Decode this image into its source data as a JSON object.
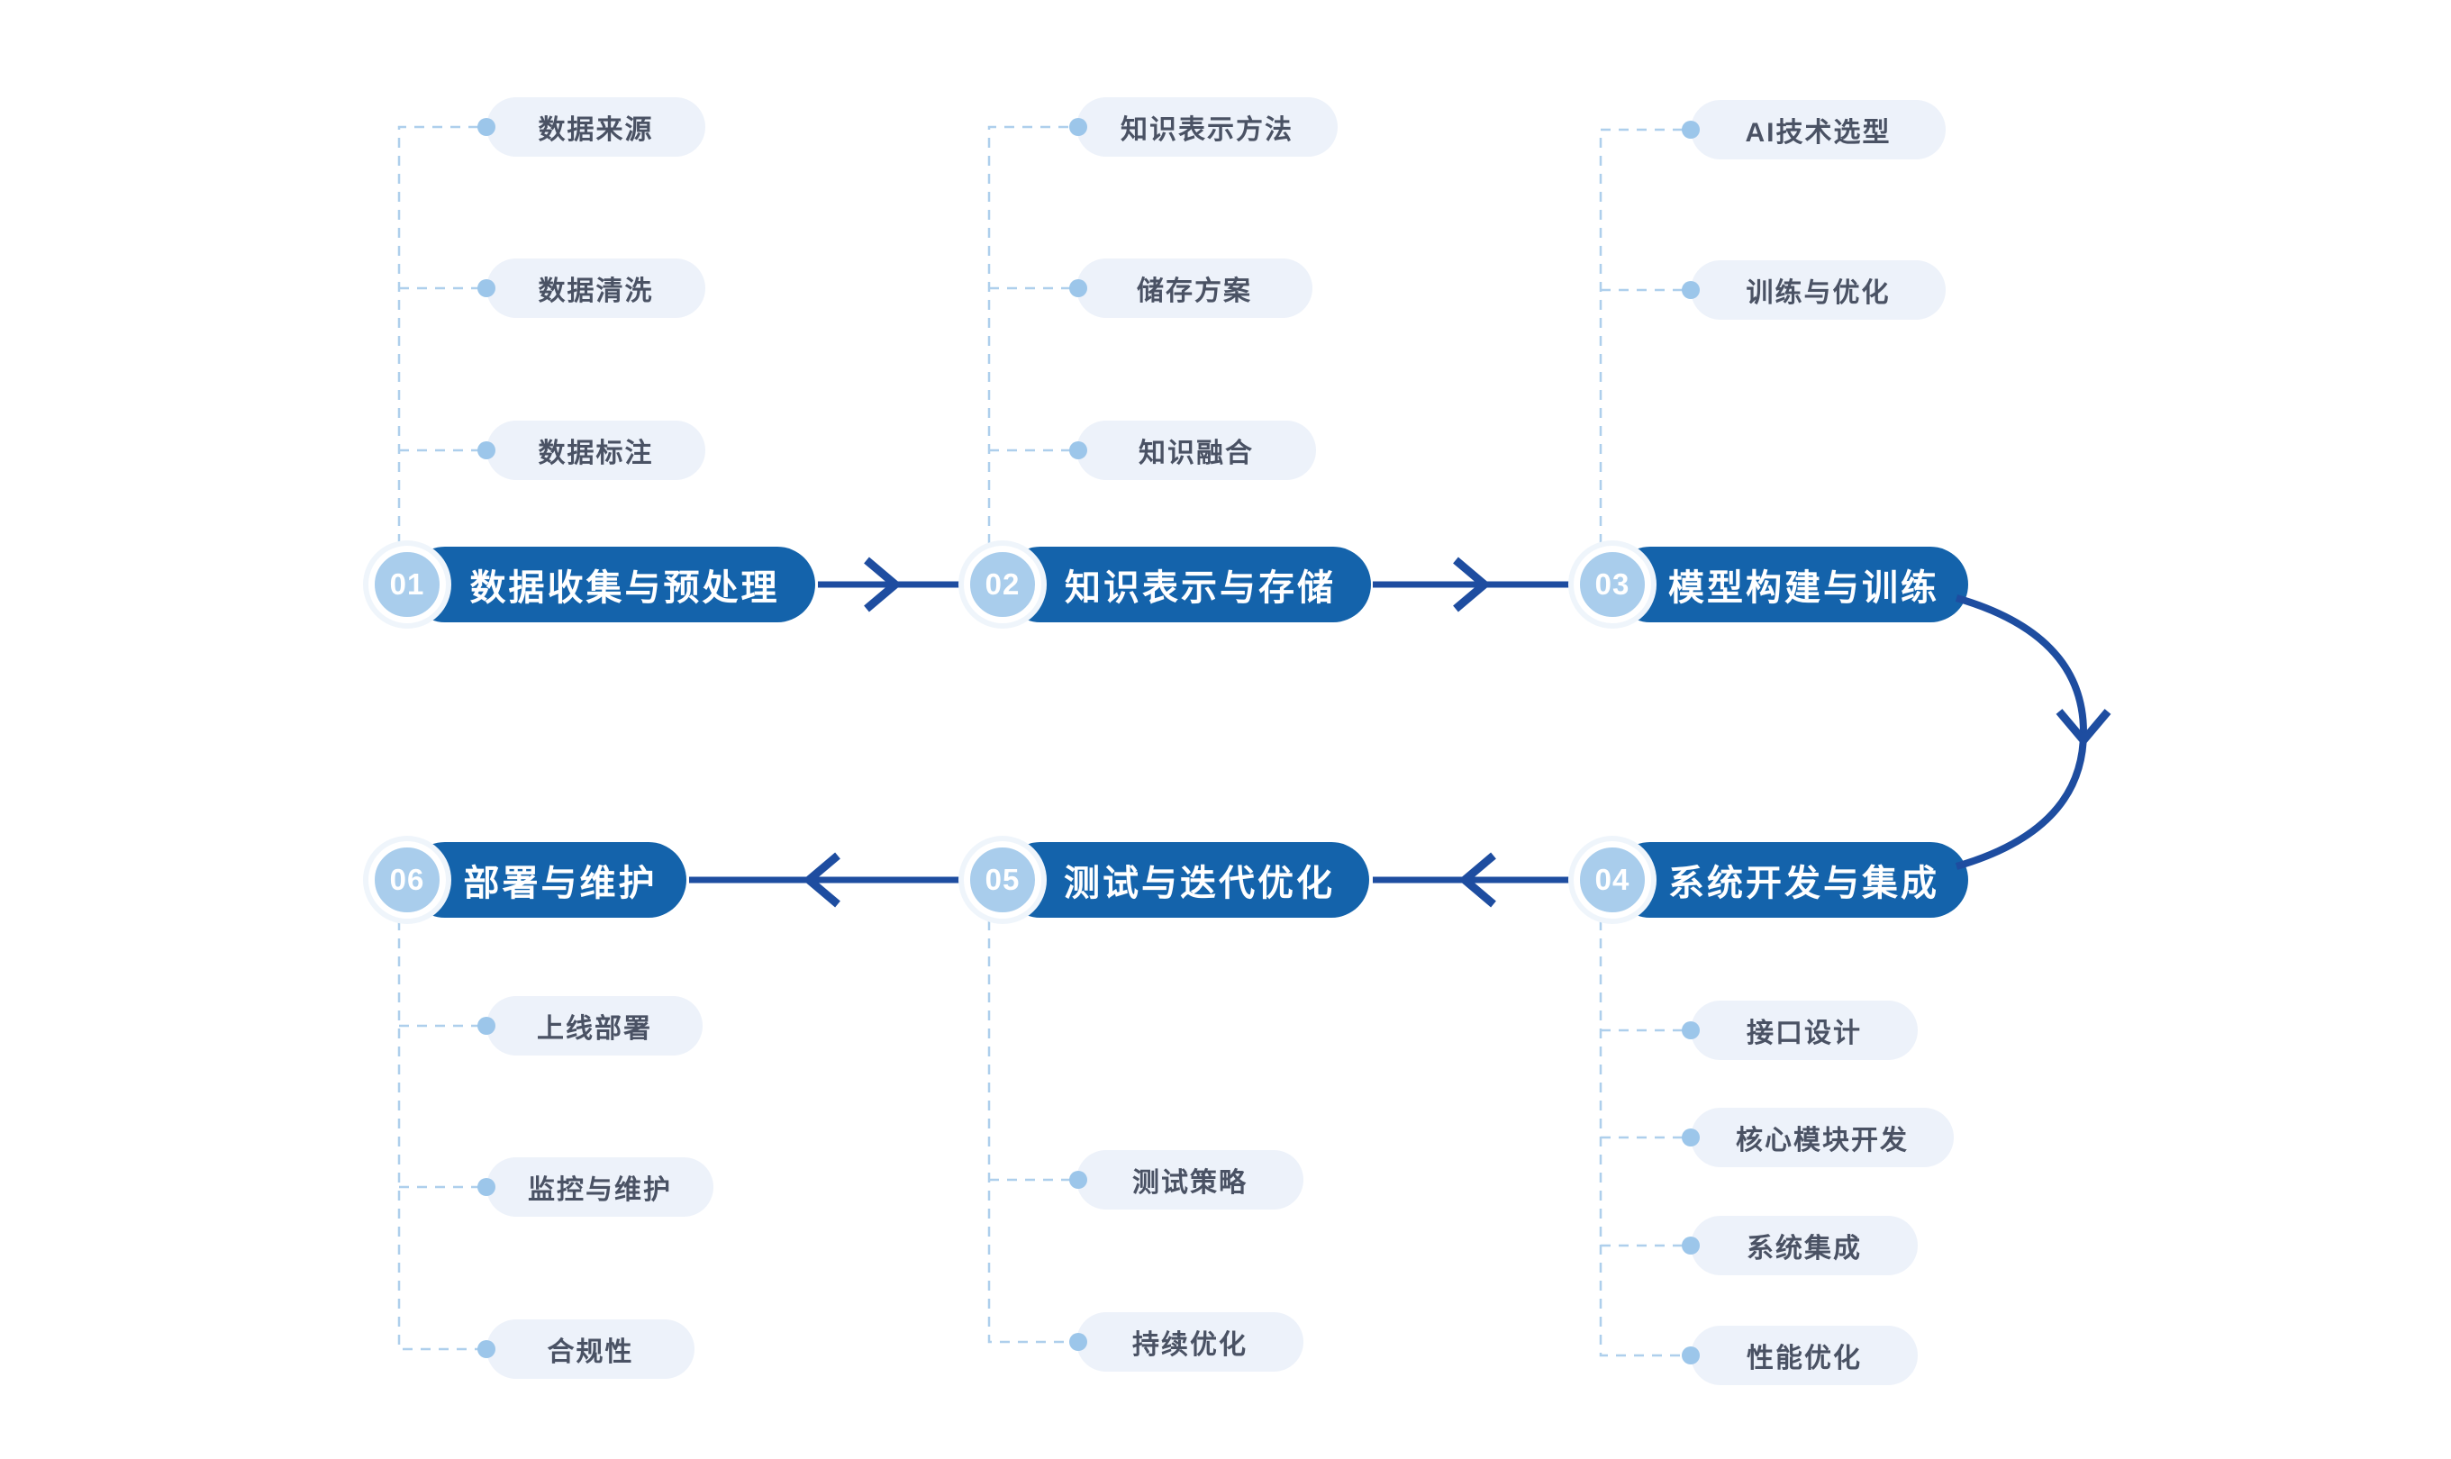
{
  "diagram": {
    "title": "",
    "stages": [
      {
        "number": "01",
        "label": "数据收集与预处理",
        "sub_items": [
          "数据来源",
          "数据清洗",
          "数据标注"
        ]
      },
      {
        "number": "02",
        "label": "知识表示与存储",
        "sub_items": [
          "知识表示方法",
          "储存方案",
          "知识融合"
        ]
      },
      {
        "number": "03",
        "label": "模型构建与训练",
        "sub_items": [
          "AI技术选型",
          "训练与优化"
        ]
      },
      {
        "number": "04",
        "label": "系统开发与集成",
        "sub_items": [
          "接口设计",
          "核心模块开发",
          "系统集成",
          "性能优化"
        ]
      },
      {
        "number": "05",
        "label": "测试与迭代优化",
        "sub_items": [
          "测试策略",
          "持续优化"
        ]
      },
      {
        "number": "06",
        "label": "部署与维护",
        "sub_items": [
          "上线部署",
          "监控与维护",
          "合规性"
        ]
      }
    ],
    "flow_order": [
      "01",
      "02",
      "03",
      "04",
      "05",
      "06"
    ],
    "colors": {
      "stage_pill_bg": "#1463ab",
      "stage_pill_text": "#ffffff",
      "badge_bg": "#a9cdec",
      "badge_text": "#ffffff",
      "arrow": "#1e4da0",
      "sub_pill_bg": "#edf2fa",
      "sub_pill_text": "#4a5264",
      "dashed_connector": "#aecfec",
      "dot": "#9cc6ea",
      "background": "#ffffff"
    }
  }
}
